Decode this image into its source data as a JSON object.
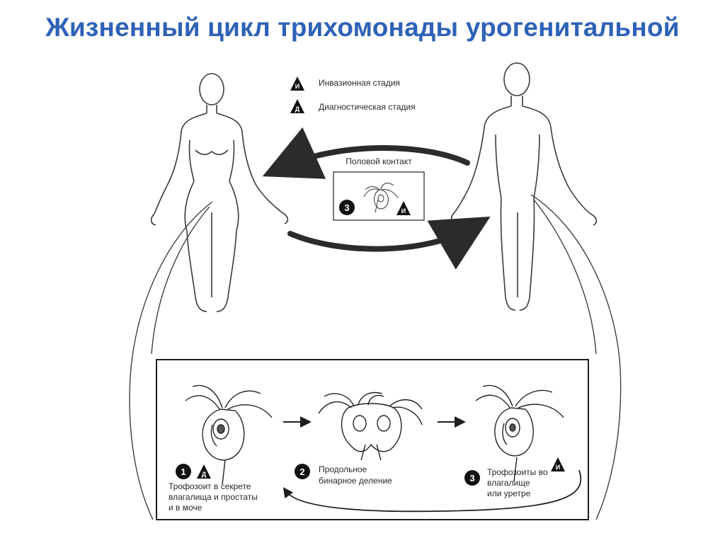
{
  "title": "Жизненный цикл трихомонады урогенитальной",
  "legend": {
    "invasive": {
      "letter": "И",
      "text": "Инвазионная стадия"
    },
    "diagnostic": {
      "letter": "Д",
      "text": "Диагностическая стадия"
    }
  },
  "transmission": {
    "label": "Половой контакт",
    "stage_number": "3",
    "stage_letter": "И"
  },
  "stages": [
    {
      "number": "1",
      "letter": "Д",
      "lines": [
        "Трофозоит в секрете",
        "влагалища и простаты",
        "и в моче"
      ]
    },
    {
      "number": "2",
      "letter": "",
      "lines": [
        "Продольное",
        "бинарное деление"
      ]
    },
    {
      "number": "3",
      "letter": "И",
      "lines": [
        "Трофозоиты во",
        "влагалище",
        "или уретре"
      ]
    }
  ],
  "colors": {
    "title": "#2e62b8",
    "line": "#1e1e1e",
    "badge": "#111111",
    "arrow": "#2b2b2b"
  }
}
